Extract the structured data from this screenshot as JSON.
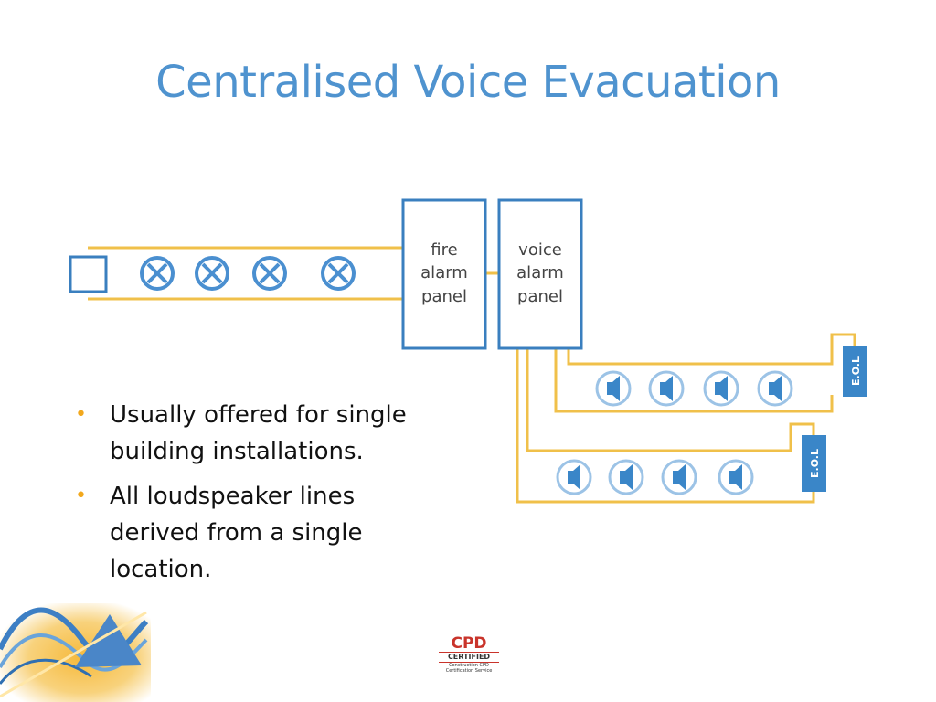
{
  "title": "Centralised Voice Evacuation",
  "diagram": {
    "fire_panel_label": [
      "fire",
      "alarm",
      "panel"
    ],
    "voice_panel_label": [
      "voice",
      "alarm",
      "panel"
    ],
    "eol_label": "E.O.L",
    "detector_count": 4,
    "speakers_per_line": 4,
    "colors": {
      "wire": "#f0c04a",
      "panel": "#3a7fbf",
      "device": "#4a8fd0",
      "eol_fill": "#3a86c8",
      "text": "#444444"
    }
  },
  "bullets": [
    "Usually offered for single building installations.",
    "All loudspeaker lines derived from a single location."
  ],
  "cpd_badge": {
    "logo": "CPD",
    "certified": "CERTIFIED",
    "description": "Construction CPD Certification Service"
  },
  "colors": {
    "title": "#4f93cf",
    "bullet": "#f2a81d"
  }
}
